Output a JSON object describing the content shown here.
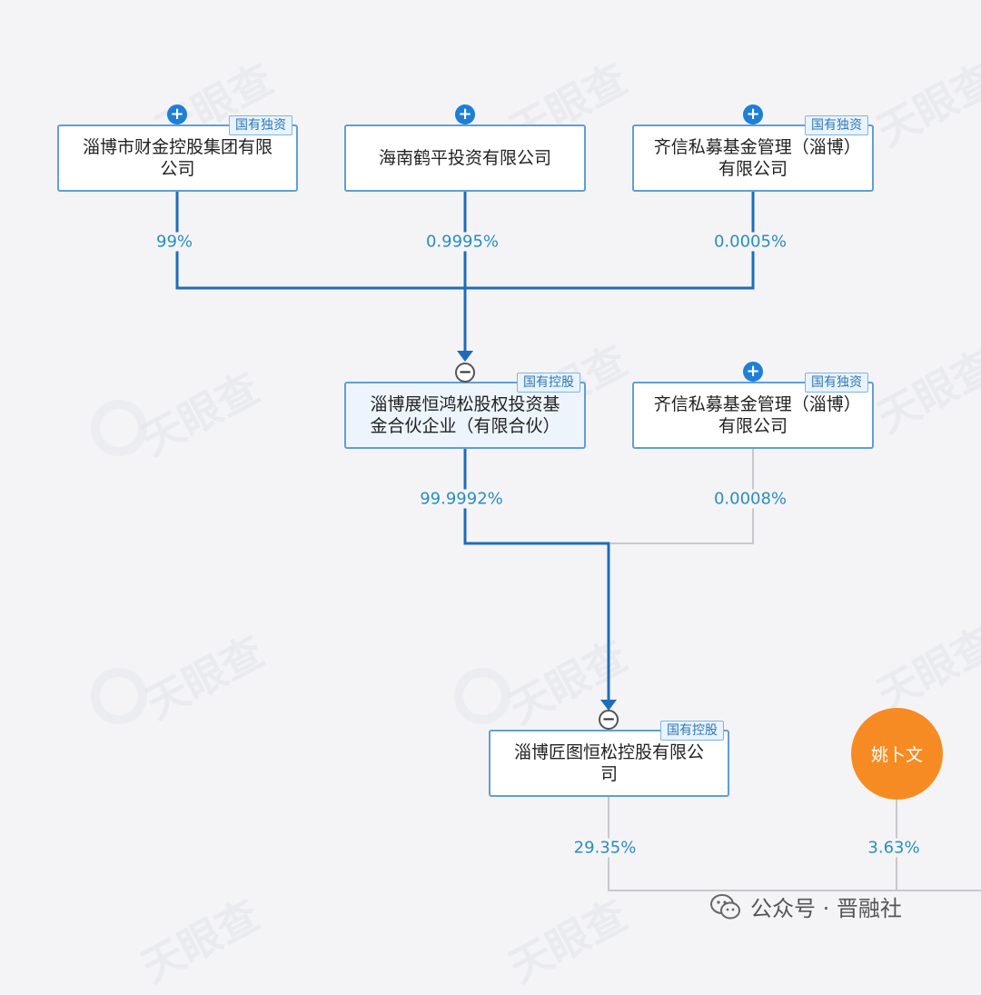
{
  "watermark": {
    "text": "天眼查"
  },
  "nodes": {
    "zibo_caijin": {
      "name": "淄博市财金控股集团有限公司",
      "badge": "国有独资"
    },
    "hainan_heping": {
      "name": "海南鹤平投资有限公司",
      "badge": ""
    },
    "qixin_top": {
      "name": "齐信私募基金管理（淄博）有限公司",
      "badge": "国有独资"
    },
    "zhanheng": {
      "name": "淄博展恒鸿松股权投资基金合伙企业（有限合伙）",
      "badge": "国有控股"
    },
    "qixin_mid": {
      "name": "齐信私募基金管理（淄博）有限公司",
      "badge": "国有独资"
    },
    "jiangtu": {
      "name": "淄博匠图恒松控股有限公司",
      "badge": "国有控股"
    },
    "person": {
      "name": "姚卜文"
    }
  },
  "edges": {
    "e1": "99%",
    "e2": "0.9995%",
    "e3": "0.0005%",
    "e4": "99.9992%",
    "e5": "0.0008%",
    "e6": "29.35%",
    "e7": "3.63%"
  },
  "footer": {
    "text": "公众号 · 晋融社"
  },
  "colors": {
    "edge_main": "#1f6cb8",
    "edge_minor": "#c8c8cc",
    "person": "#f78b23",
    "badge": "#2f77b6"
  }
}
